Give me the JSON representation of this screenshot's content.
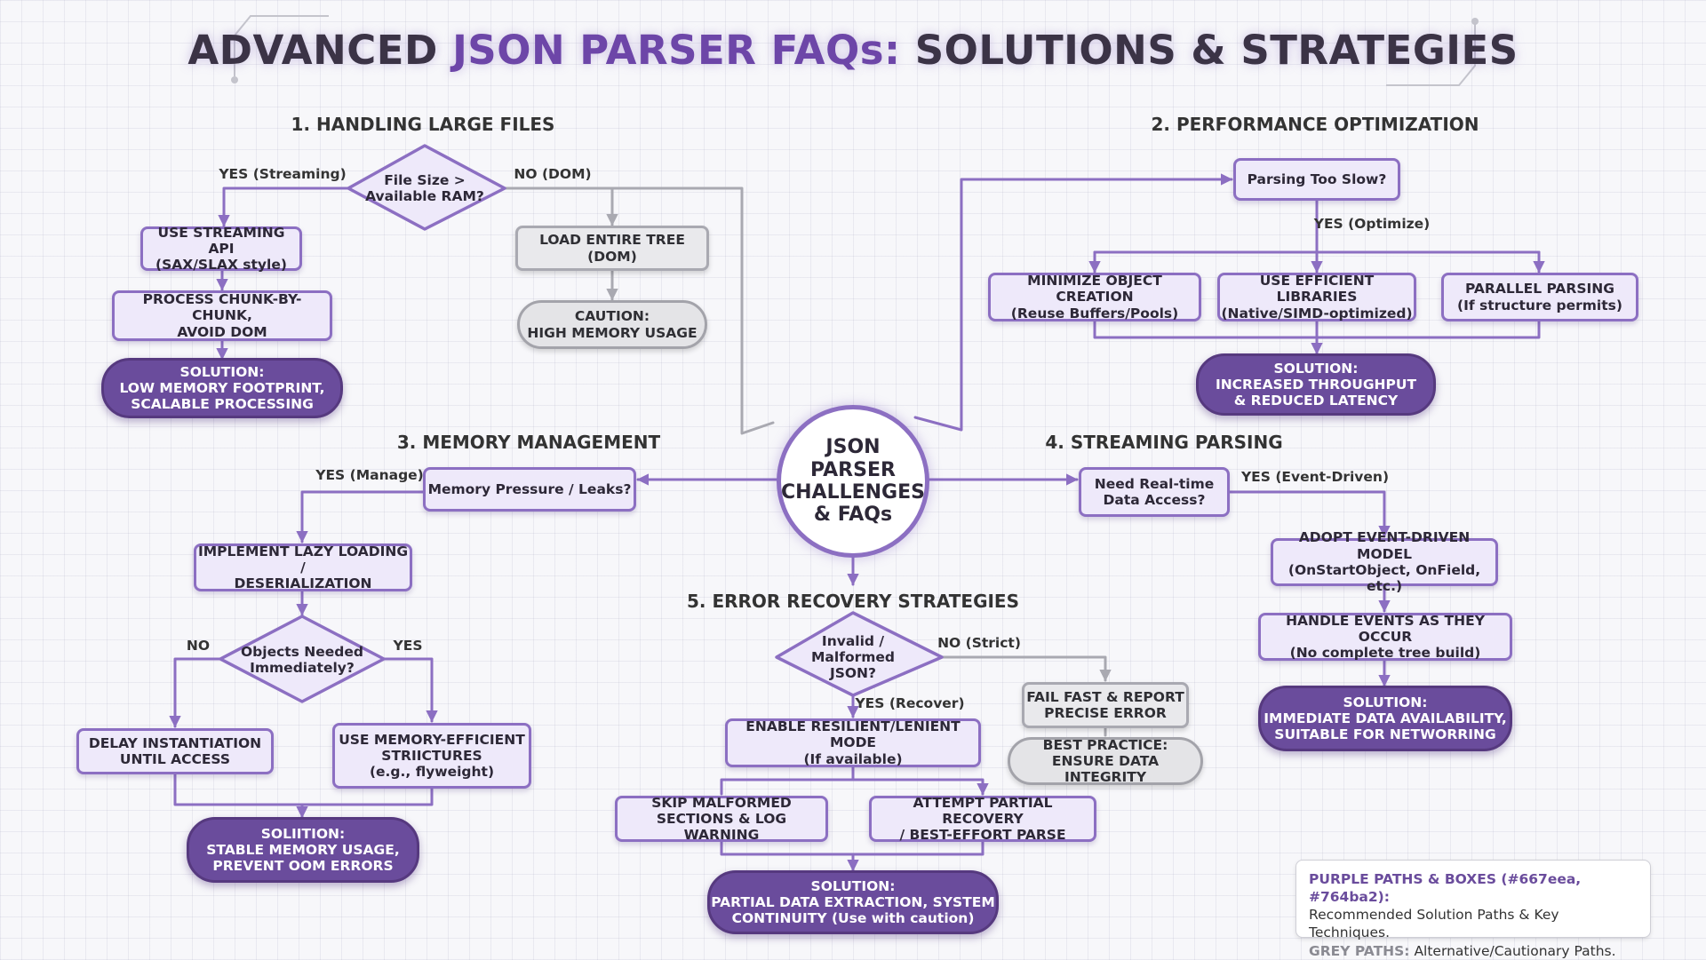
{
  "title": {
    "part1": "ADVANCED ",
    "part2": "JSON PARSER FAQs:",
    "part3": " SOLUTIONS & STRATEGIES"
  },
  "colors": {
    "purple_primary": "#667eea",
    "purple_secondary": "#764ba2",
    "purple_stroke": "#8c6fc2",
    "solution_fill": "#6a4c9c",
    "grey_stroke": "#a9a9b1"
  },
  "center": "JSON PARSER\nCHALLENGES\n& FAQs",
  "sections": {
    "s1": "1. HANDLING LARGE FILES",
    "s2": "2. PERFORMANCE OPTIMIZATION",
    "s3": "3. MEMORY MANAGEMENT",
    "s4": "4. STREAMING PARSING",
    "s5": "5. ERROR RECOVERY STRATEGIES"
  },
  "s1": {
    "decision": "File Size >\nAvailable RAM?",
    "yes": "YES (Streaming)",
    "no": "NO (DOM)",
    "streaming_api": "USE STREAMING API\n(SAX/SLAX style)",
    "chunk": "PROCESS CHUNK-BY-CHUNK,\nAVOID DOM",
    "solution": "SOLUTION:\nLOW MEMORY FOOTPRINT,\nSCALABLE PROCESSING",
    "load_tree": "LOAD ENTIRE TREE (DOM)",
    "caution": "CAUTION:\nHIGH MEMORY USAGE"
  },
  "s2": {
    "question": "Parsing Too Slow?",
    "yes": "YES (Optimize)",
    "minimize": "MINIMIZE OBJECT CREATION\n(Reuse Buffers/Pools)",
    "libraries": "USE EFFICIENT LIBRARIES\n(Native/SIMD-optimized)",
    "parallel": "PARALLEL PARSING\n(If structure permits)",
    "solution": "SOLUTION:\nINCREASED THROUGHPUT\n& REDUCED LATENCY"
  },
  "s3": {
    "question": "Memory Pressure / Leaks?",
    "yes": "YES (Manage)",
    "lazy": "IMPLEMENT LAZY LOADING /\nDESERIALIZATION",
    "decision": "Objects Needed\nImmediately?",
    "no": "NO",
    "yes2": "YES",
    "delay": "DELAY INSTANTIATION\nUNTIL ACCESS",
    "efficient": "USE MEMORY-EFFICIENT\nSTRIICTURES\n(e.g., flyweight)",
    "solution": "SOLIITION:\nSTABLE MEMORY USAGE,\nPREVENT OOM ERRORS"
  },
  "s4": {
    "question": "Need Real-time\nData Access?",
    "yes": "YES (Event-Driven)",
    "adopt": "ADOPT EVENT-DRIVEN MODEL\n(OnStartObject, OnField, etc.)",
    "handle": "HANDLE EVENTS AS THEY OCCUR\n(No complete tree build)",
    "solution": "SOLUTION:\nIMMEDIATE DATA AVAILABILITY,\nSUITABLE FOR NETWORRING"
  },
  "s5": {
    "decision": "Invalid /\nMalformed\nJSON?",
    "no": "NO (Strict)",
    "yes": "YES (Recover)",
    "fail": "FAIL FAST & REPORT\nPRECISE ERROR",
    "best": "BEST PRACTICE:\nENSURE DATA INTEGRITY",
    "resilient": "ENABLE RESILIENT/LENIENT MODE\n(If available)",
    "skip": "SKIP MALFORMED\nSECTIONS & LOG WARNING",
    "partial": "ATTEMPT PARTIAL RECOVERY\n/ BEST-EFFORT PARSE",
    "solution": "SOLUTION:\nPARTIAL DATA EXTRACTION, SYSTEM\nCONTINUITY (Use with caution)"
  },
  "legend": {
    "purple_title": "PURPLE PATHS & BOXES (#667eea, #764ba2):",
    "purple_desc": "Recommended Solution Paths & Key Techniques.",
    "grey_title": "GREY PATHS:",
    "grey_desc": " Alternative/Cautionary Paths."
  }
}
